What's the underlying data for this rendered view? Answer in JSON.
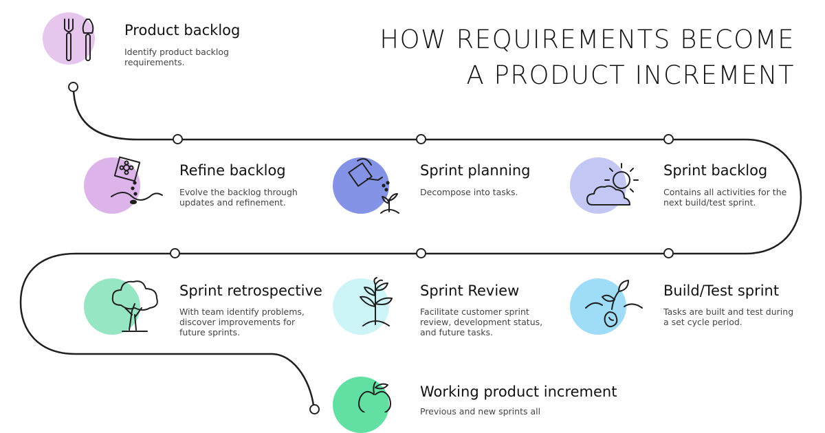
{
  "title": {
    "line1": "HOW REQUIREMENTS BECOME",
    "line2": "A PRODUCT INCREMENT"
  },
  "colors": {
    "road": "#1f1f1f",
    "product_backlog": "#e7c6ee",
    "refine_backlog": "#ddb4ea",
    "sprint_planning": "#8593e6",
    "sprint_backlog": "#c3c7f4",
    "sprint_retrospective": "#97e6c3",
    "sprint_review": "#cdf4f7",
    "build_test_sprint": "#9fdcf7",
    "working_product_increment": "#62e0a4"
  },
  "stages": {
    "product_backlog": {
      "icon": "garden-tools-icon",
      "title": "Product backlog",
      "desc": "Identify product backlog requirements."
    },
    "refine_backlog": {
      "icon": "seed-packet-icon",
      "title": "Refine backlog",
      "desc": "Evolve the backlog through updates and refinement."
    },
    "sprint_planning": {
      "icon": "watering-can-icon",
      "title": "Sprint planning",
      "desc": "Decompose into tasks."
    },
    "sprint_backlog": {
      "icon": "sun-cloud-icon",
      "title": "Sprint backlog",
      "desc": "Contains all activities for the next build/test sprint."
    },
    "sprint_retrospective": {
      "icon": "tree-icon",
      "title": "Sprint retrospective",
      "desc": "With team identify problems, discover improvements for future sprints."
    },
    "sprint_review": {
      "icon": "young-plant-icon",
      "title": "Sprint Review",
      "desc": "Facilitate customer sprint review, development status, and future tasks."
    },
    "build_test_sprint": {
      "icon": "sprouting-seed-icon",
      "title": "Build/Test sprint",
      "desc": "Tasks are built and test during a set cycle period."
    },
    "working_product_increment": {
      "icon": "apple-icon",
      "title": "Working product increment",
      "desc": "Previous and new sprints all"
    }
  }
}
